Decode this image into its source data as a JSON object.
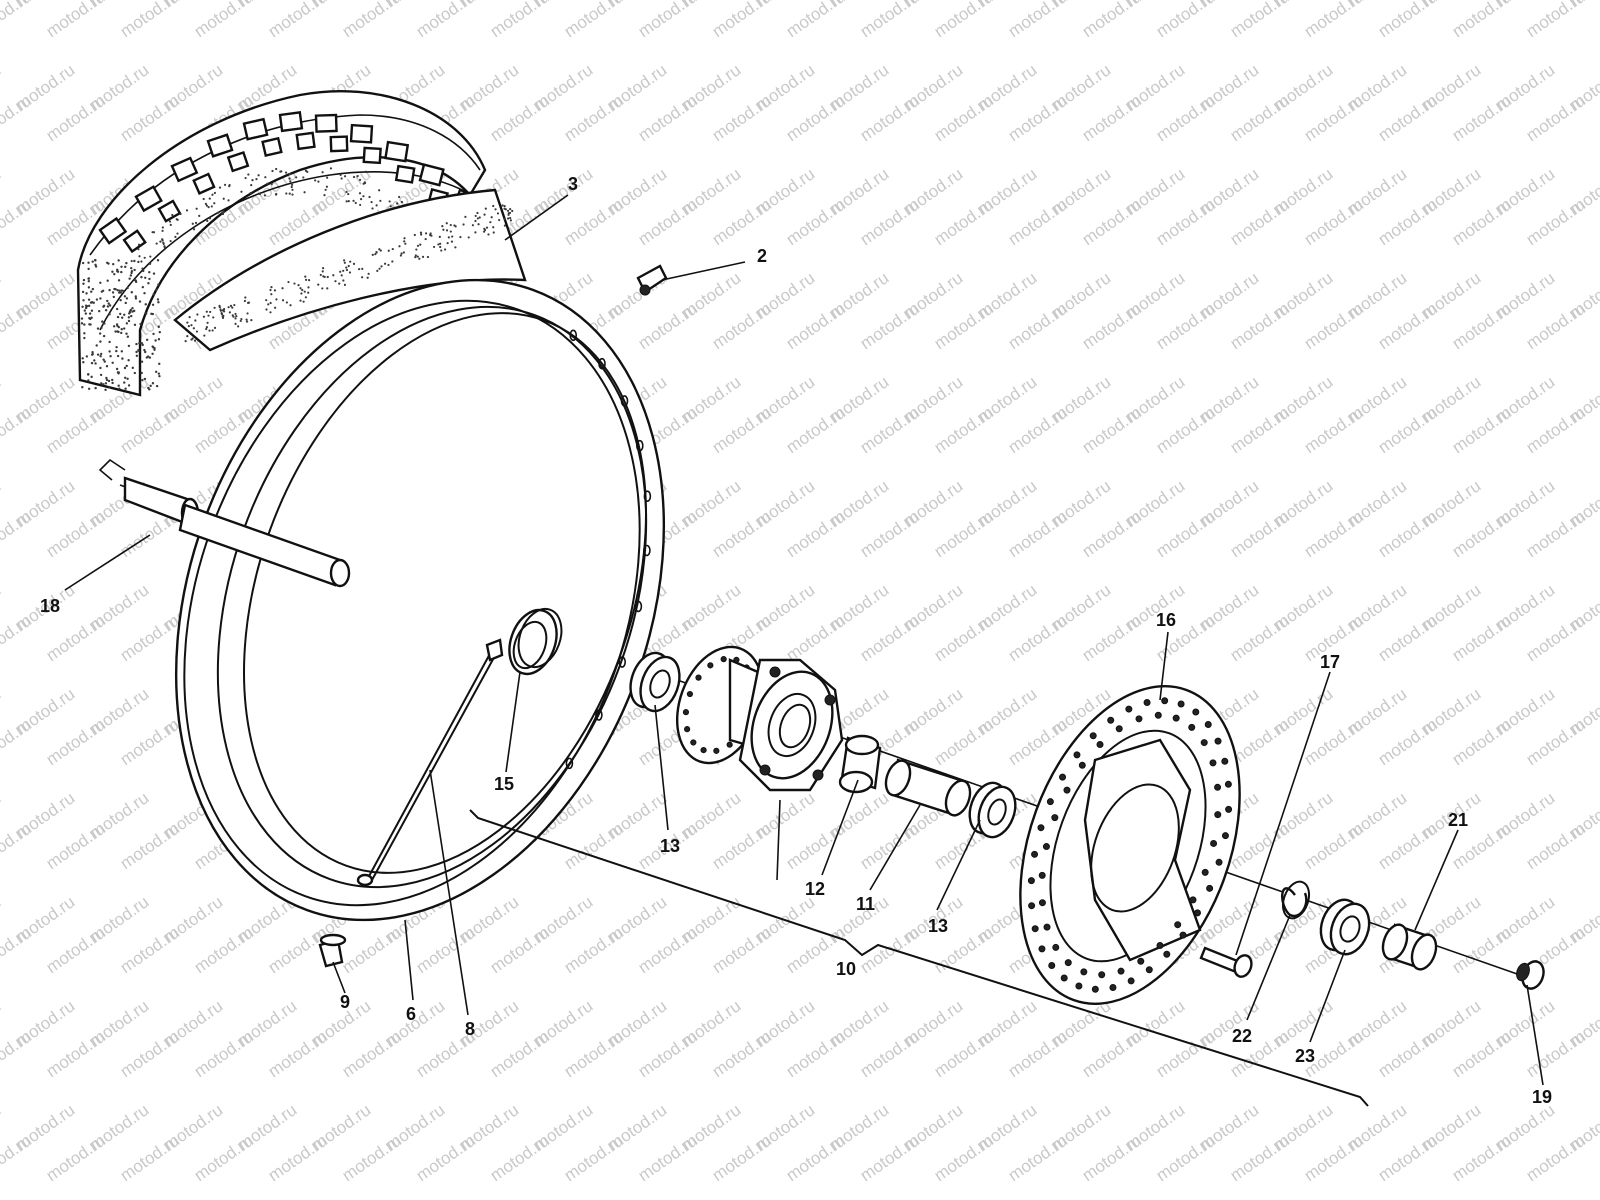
{
  "watermark": {
    "text": "motod.ru"
  },
  "diagram": {
    "type": "exploded-parts-view",
    "callouts": [
      {
        "id": "c2",
        "text": "2"
      },
      {
        "id": "c3",
        "text": "3"
      },
      {
        "id": "c6",
        "text": "6"
      },
      {
        "id": "c8",
        "text": "8"
      },
      {
        "id": "c9",
        "text": "9"
      },
      {
        "id": "c10",
        "text": "10"
      },
      {
        "id": "c11",
        "text": "11"
      },
      {
        "id": "c12",
        "text": "12"
      },
      {
        "id": "c13a",
        "text": "13"
      },
      {
        "id": "c13b",
        "text": "13"
      },
      {
        "id": "c15",
        "text": "15"
      },
      {
        "id": "c16",
        "text": "16"
      },
      {
        "id": "c17",
        "text": "17"
      },
      {
        "id": "c18",
        "text": "18"
      },
      {
        "id": "c19",
        "text": "19"
      },
      {
        "id": "c21",
        "text": "21"
      },
      {
        "id": "c22",
        "text": "22"
      },
      {
        "id": "c23",
        "text": "23"
      }
    ]
  }
}
